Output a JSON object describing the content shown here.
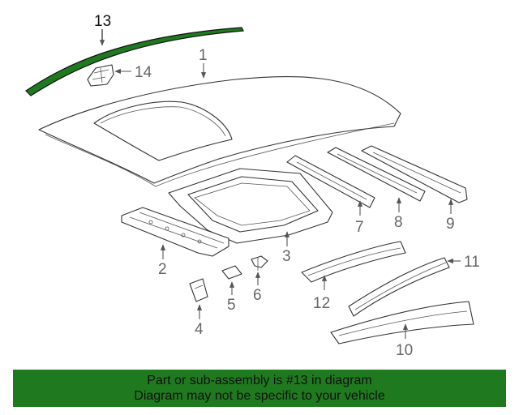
{
  "diagram": {
    "callouts": {
      "c1": "1",
      "c2": "2",
      "c3": "3",
      "c4": "4",
      "c5": "5",
      "c6": "6",
      "c7": "7",
      "c8": "8",
      "c9": "9",
      "c10": "10",
      "c11": "11",
      "c12": "12",
      "c13": "13",
      "c14": "14"
    },
    "highlight_color": "#1f7a1f",
    "highlighted_part": "13"
  },
  "banner": {
    "line1": "Part or sub-assembly is #13 in diagram",
    "line2": "Diagram may not be specific to your vehicle",
    "background": "#1f7a1f"
  }
}
